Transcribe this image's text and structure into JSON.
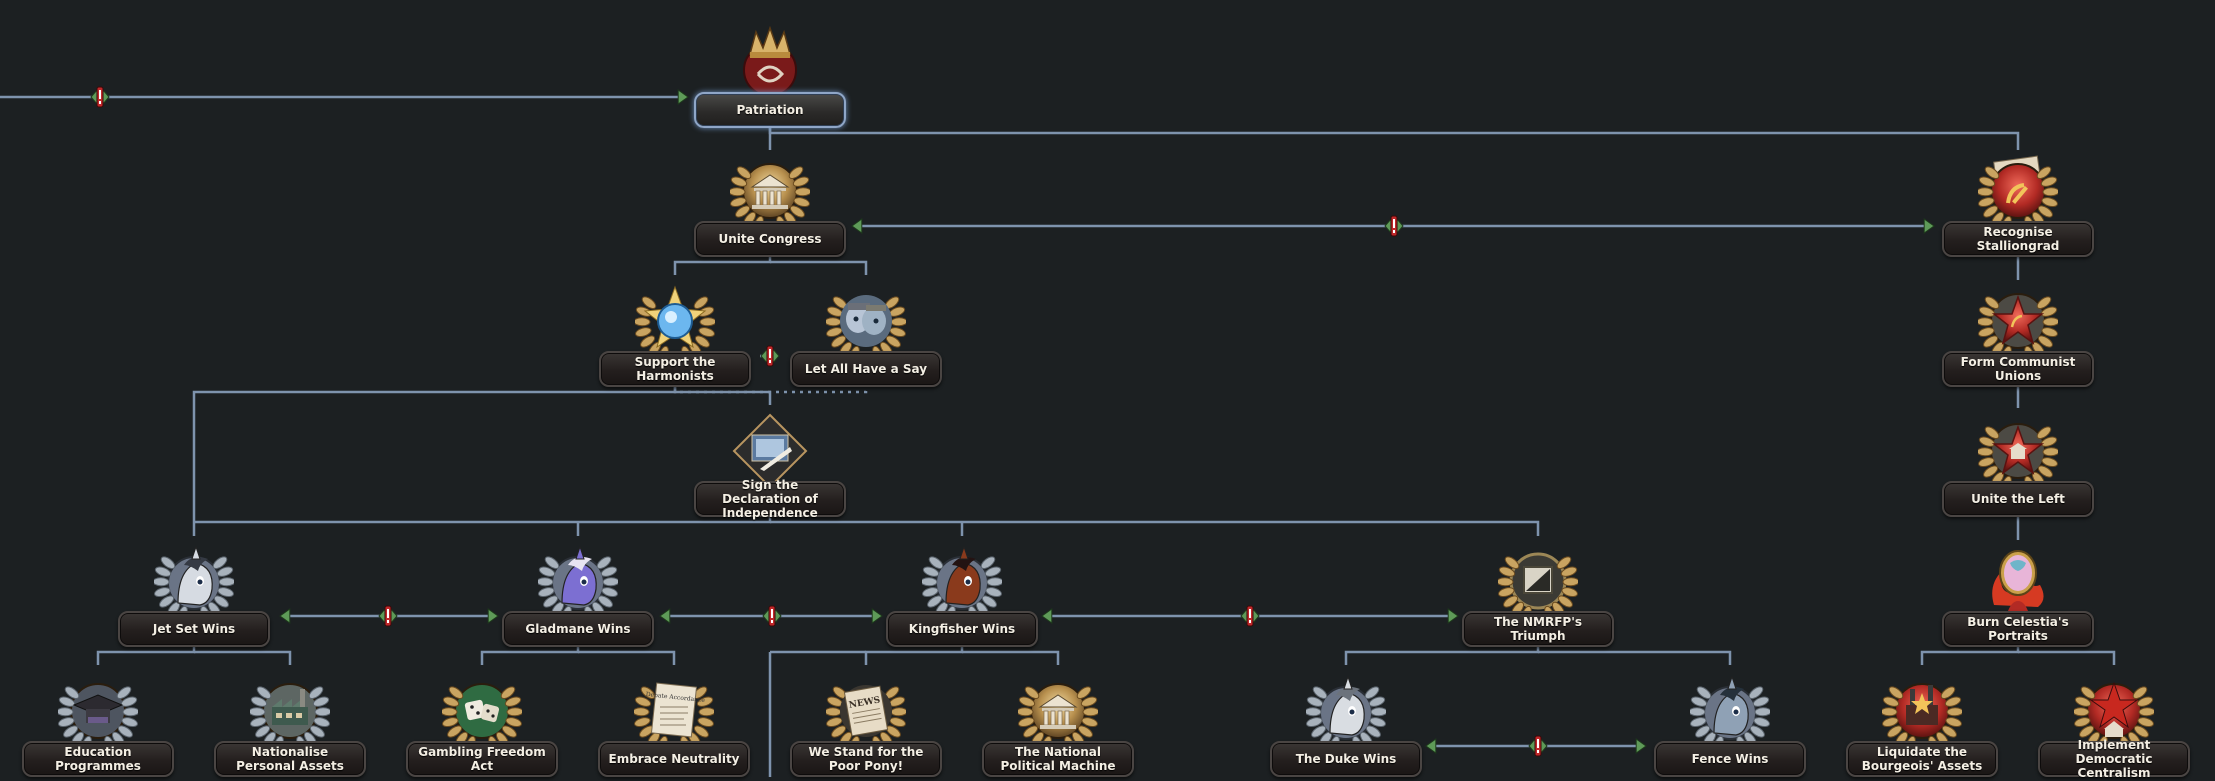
{
  "window": {
    "title": ""
  },
  "colors": {
    "background": "#1c2022",
    "line": "#7e93ad",
    "plate_text": "#f4efe4",
    "arrow_green": "#5e9a58",
    "exclusive_red": "#c0282a"
  },
  "focuses": [
    {
      "id": "patriation",
      "label": "Patriation",
      "icon": "crown-icon",
      "selected": true
    },
    {
      "id": "unite-congress",
      "label": "Unite Congress",
      "icon": "capitol-building-icon"
    },
    {
      "id": "recognise-stalliongrad",
      "label": "Recognise Stalliongrad",
      "icon": "hammer-sickle-document-icon"
    },
    {
      "id": "support-harmonists",
      "label": "Support the Harmonists",
      "icon": "harmony-orb-icon"
    },
    {
      "id": "let-all-have-say",
      "label": "Let All Have a Say",
      "icon": "pony-group-icon"
    },
    {
      "id": "form-communist-unions",
      "label": "Form Communist Unions",
      "icon": "red-star-icon"
    },
    {
      "id": "unite-the-left",
      "label": "Unite the Left",
      "icon": "red-star-building-icon"
    },
    {
      "id": "sign-declaration",
      "label": "Sign the Declaration of Independence",
      "icon": "quill-paper-icon"
    },
    {
      "id": "jet-set-wins",
      "label": "Jet Set Wins",
      "icon": "jet-set-pony-icon"
    },
    {
      "id": "gladmane-wins",
      "label": "Gladmane Wins",
      "icon": "gladmane-pony-icon"
    },
    {
      "id": "kingfisher-wins",
      "label": "Kingfisher Wins",
      "icon": "kingfisher-pony-icon"
    },
    {
      "id": "nmrfp-triumph",
      "label": "The NMRFP's Triumph",
      "icon": "faction-flag-icon"
    },
    {
      "id": "burn-celestia",
      "label": "Burn Celestia's Portraits",
      "icon": "burning-portrait-icon"
    },
    {
      "id": "education-programmes",
      "label": "Education Programmes",
      "icon": "graduation-cap-icon"
    },
    {
      "id": "nationalise-assets",
      "label": "Nationalise Personal Assets",
      "icon": "factory-icon"
    },
    {
      "id": "gambling-freedom",
      "label": "Gambling Freedom Act",
      "icon": "dice-icon"
    },
    {
      "id": "embrace-neutrality",
      "label": "Embrace Neutrality",
      "icon": "neutrality-document-icon",
      "doc_text": "Debate Accordance"
    },
    {
      "id": "poor-pony",
      "label": "We Stand for the Poor Pony!",
      "icon": "newspaper-icon",
      "doc_text": "NEWS"
    },
    {
      "id": "political-machine",
      "label": "The National Political Machine",
      "icon": "capitol-document-icon"
    },
    {
      "id": "duke-wins",
      "label": "The Duke Wins",
      "icon": "duke-pony-icon"
    },
    {
      "id": "fence-wins",
      "label": "Fence Wins",
      "icon": "fence-pony-icon"
    },
    {
      "id": "liquidate-assets",
      "label": "Liquidate the Bourgeois' Assets",
      "icon": "red-factory-icon"
    },
    {
      "id": "democratic-centralism",
      "label": "Implement Democratic Centralism",
      "icon": "red-star-capitol-icon"
    }
  ]
}
